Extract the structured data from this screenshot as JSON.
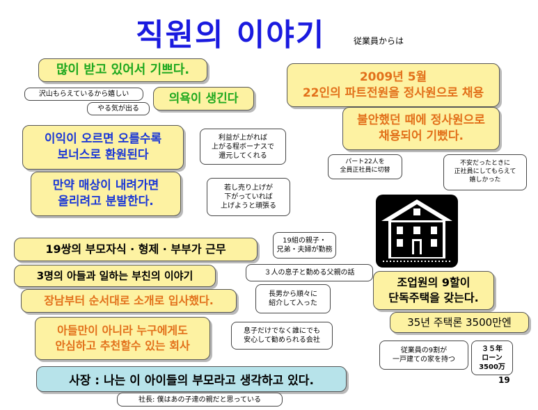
{
  "header": {
    "title": "직원의 이야기",
    "subtitle": "従業員からは"
  },
  "boxes": {
    "happy": "많이 받고 있어서 기쁘다.",
    "motivation": "의욕이 생긴다",
    "bonus_up": "이익이 오르면 오를수록\n보너스로 환원된다",
    "sales_down": "만약 매상이 내려가면\n올리려고 분발한다.",
    "families": "19쌍의 부모자식 · 형제 · 부부가 근무",
    "father": "3명의 아들과 일하는 부친의 이야기",
    "eldest": "장남부터 순서대로 소개로 입사했다.",
    "trust": "아들만이 아니라 누구에게도\n안심하고 추천할수 있는 회사",
    "president": "사장 : 나는 이 아이들의 부모라고 생각하고 있다.",
    "hire": "2009년 5월\n22인의 파트전원을 정사원으로 채용",
    "anxious": "불안했던 때에 정사원으로\n채용되어 기뻤다.",
    "houses": "조업원의 9할이\n단독주택을 갖는다.",
    "loan": "35년 주택론 3500만엔"
  },
  "notes": {
    "happy_jp": "沢山もらえているから嬉しい",
    "motivation_jp": "やる気が出る",
    "bonus_jp": "利益が上がれば\n上がる程ボーナスで\n還元してくれる",
    "sales_jp": "若し売り上げが\n下がっていれば\n上げようと頑張る",
    "families_jp": "19組の親子・\n兄弟・夫婦が勤務",
    "father_jp": "３人の息子と勤める父親の話",
    "eldest_jp": "長男から順々に\n紹介して入った",
    "trust_jp": "息子だけでなく誰にでも\n安心して勧められる会社",
    "president_jp": "社長: 僕はあの子達の親だと思っている",
    "hire_jp": "パート22人を\n全員正社員に切替",
    "anxious_jp": "不安だったときに\n正社員にしてもらえて\n嬉しかった",
    "houses_jp": "従業員の9割が\n一戸建ての家を持つ",
    "loan_jp": "３５年\nローン\n3500万"
  },
  "page_number": "19",
  "icons": {
    "house": "house-icon"
  }
}
